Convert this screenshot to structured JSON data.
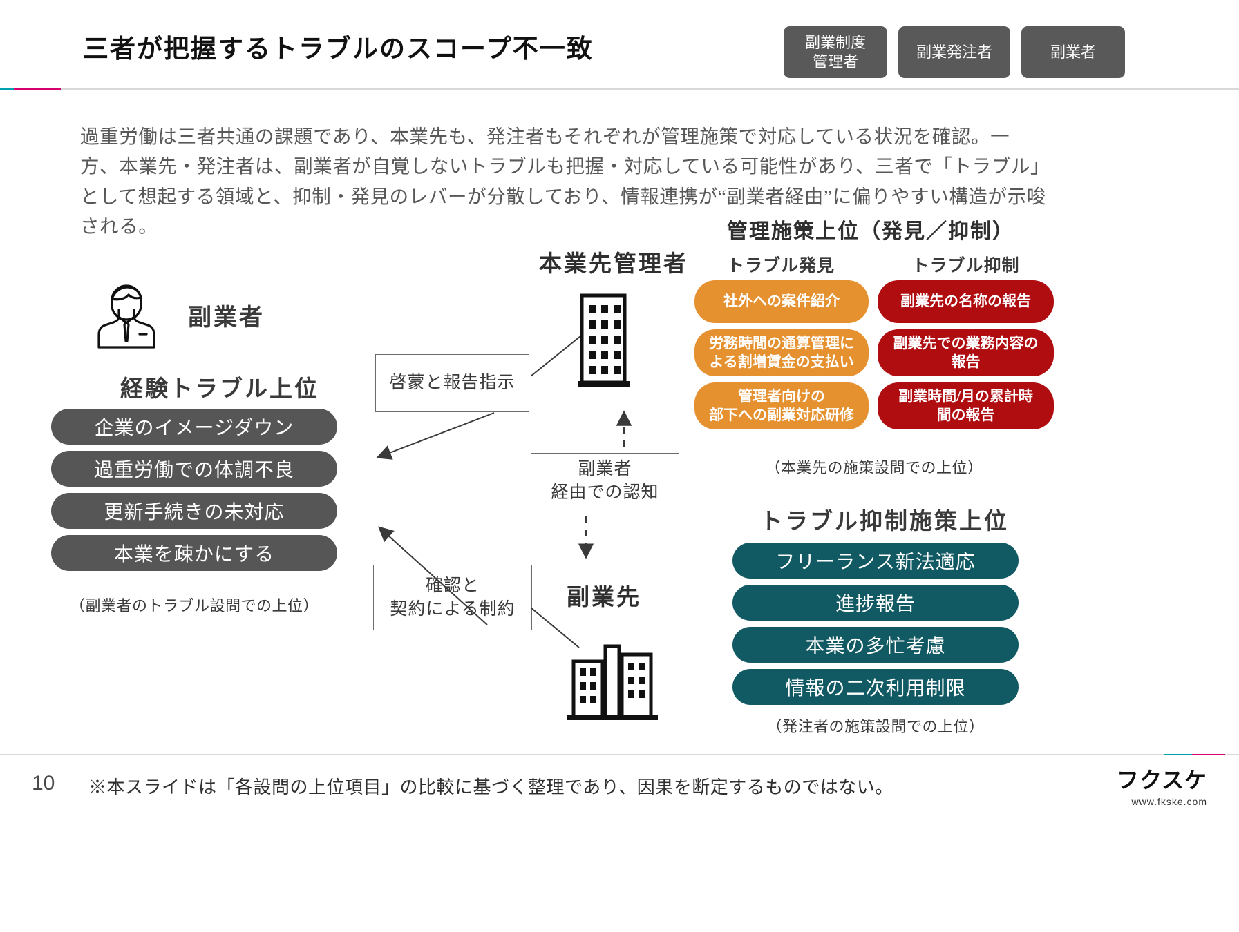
{
  "header": {
    "title": "三者が把握するトラブルのスコープ不一致",
    "tags": [
      {
        "name": "tag-sidejob-admin",
        "label": "副業制度\n管理者"
      },
      {
        "name": "tag-sidejob-client",
        "label": "副業発注者"
      },
      {
        "name": "tag-sidejob-worker",
        "label": "副業者"
      }
    ],
    "accent_teal": "#00a0b0",
    "accent_magenta": "#d6006e"
  },
  "lead": {
    "text": "過重労働は三者共通の課題であり、本業先も、発注者もそれぞれが管理施策で対応している状況を確認。一方、本業先・発注者は、副業者が自覚しないトラブルも把握・対応している可能性があり、三者で「トラブル」として想起する領域と、抑制・発見のレバーが分散しており、情報連携が“副業者経由”に偏りやすい構造が示唆される。"
  },
  "left": {
    "persona_label": "副業者",
    "heading": "経験トラブル上位",
    "items": [
      "企業のイメージダウン",
      "過重労働での体調不良",
      "更新手続きの未対応",
      "本業を疎かにする"
    ],
    "caption": "（副業者のトラブル設問での上位）",
    "pill_color": "#565656"
  },
  "center": {
    "main_employer_label": "本業先管理者",
    "sub_employer_label": "副業先",
    "box_enlighten": "啓蒙と報告指示",
    "box_via_worker": "副業者\n経由での認知",
    "box_contract": "確認と\n契約による制約"
  },
  "mgmt": {
    "title": "管理施策上位（発見／抑制）",
    "col_find_head": "トラブル発見",
    "col_curb_head": "トラブル抑制",
    "find_items": [
      "社外への案件紹介",
      "労務時間の通算管理に\nよる割増賃金の支払い",
      "管理者向けの\n部下への副業対応研修"
    ],
    "curb_items": [
      "副業先の名称の報告",
      "副業先での業務内容の\n報告",
      "副業時間/月の累計時\n間の報告"
    ],
    "caption": "（本業先の施策設問での上位）",
    "find_color": "#e59130",
    "curb_color": "#b00d10"
  },
  "curb": {
    "title": "トラブル抑制施策上位",
    "items": [
      "フリーランス新法適応",
      "進捗報告",
      "本業の多忙考慮",
      "情報の二次利用制限"
    ],
    "caption": "（発注者の施策設問での上位）",
    "pill_color": "#125a63"
  },
  "footer": {
    "page_number": "10",
    "note": "※本スライドは「各設問の上位項目」の比較に基づく整理であり、因果を断定するものではない。",
    "brand_name": "フクスケ",
    "brand_url": "www.fkske.com"
  }
}
